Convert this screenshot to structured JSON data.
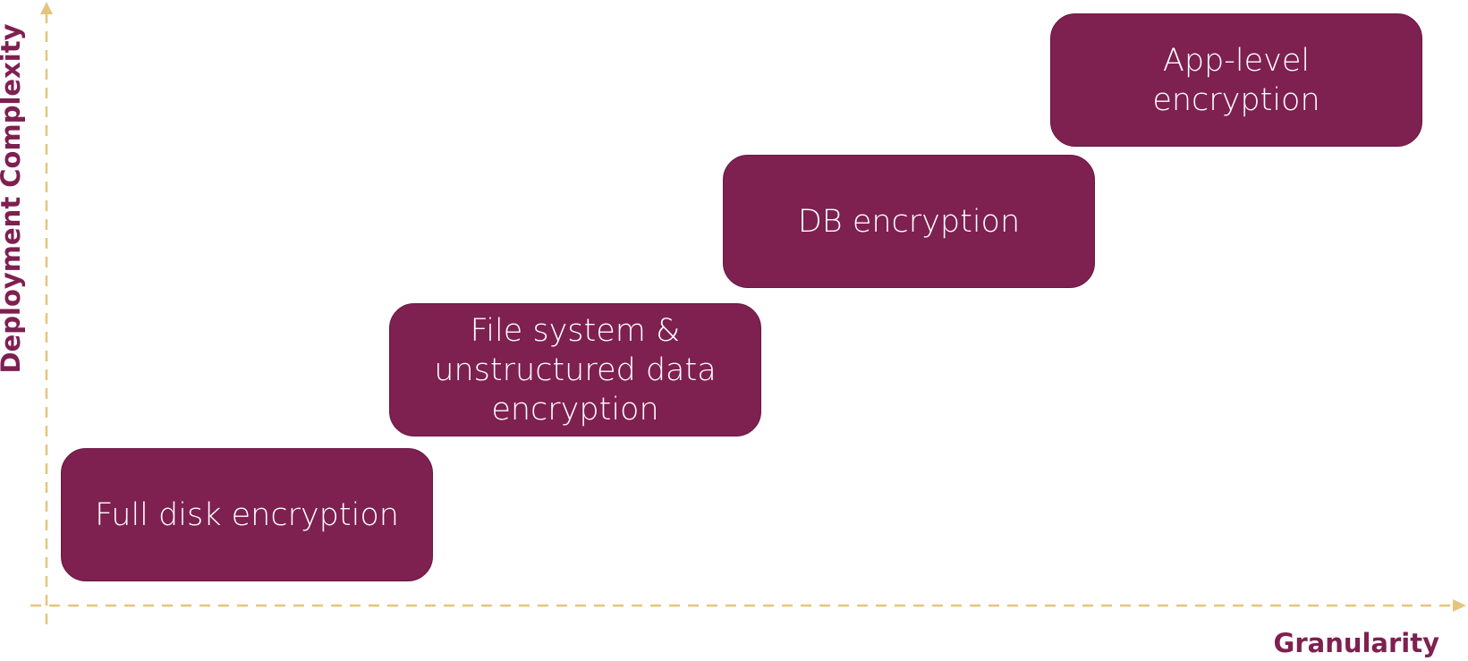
{
  "diagram": {
    "axes": {
      "x_label": "Granularity",
      "y_label": "Deployment Complexity",
      "color": "#e6c47e"
    },
    "box_color": "#7e2050",
    "boxes": [
      {
        "label": "Full disk encryption"
      },
      {
        "label": "File system &\nunstructured data\nencryption"
      },
      {
        "label": "DB encryption"
      },
      {
        "label": "App-level\nencryption"
      }
    ]
  }
}
